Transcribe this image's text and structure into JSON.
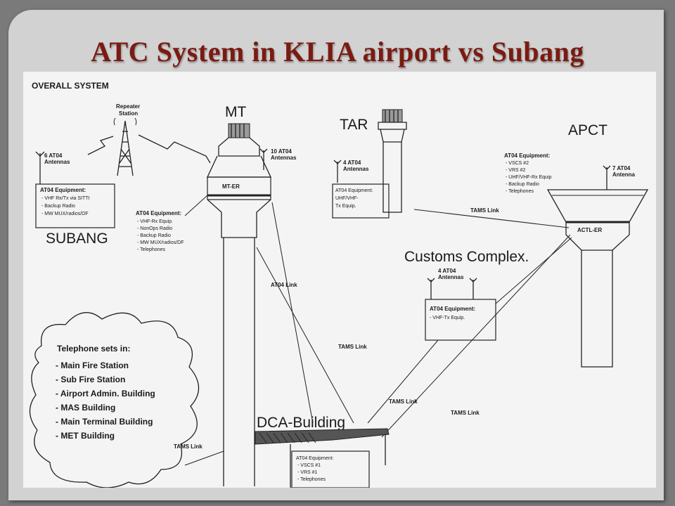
{
  "title": "ATC System in KLIA airport vs Subang",
  "diagram": {
    "header": "OVERALL SYSTEM",
    "repeater": [
      "Repeater",
      "Station"
    ],
    "subang": {
      "antenna": [
        "6 AT04",
        "Antennas"
      ],
      "equip_title": "AT04 Equipment:",
      "equip_items": [
        "- VHF Rx/Tx via SITTI",
        "- Backup Radio",
        "- MW MUX/radios/DF"
      ],
      "name": "SUBANG"
    },
    "mt": {
      "name": "MT",
      "antenna": [
        "10 AT04",
        "Antennas"
      ],
      "room": "MT-ER",
      "equip_title": "AT04 Equipment:",
      "equip_items": [
        "- VHF-Rx Equip.",
        "- NonOps Radio",
        "- Backup Radio",
        "- MW MUX/radios/DF",
        "- Telephones"
      ]
    },
    "tar": {
      "name": "TAR",
      "antenna": [
        "4 AT04",
        "Antennas"
      ],
      "equip_lines": [
        "AT04 Equipment:",
        "UHF/VHF-",
        "Tx Equip."
      ]
    },
    "apct": {
      "name": "APCT",
      "equip_title": "AT04 Equipment:",
      "equip_items": [
        "- VSCS #2",
        "- VRS #2",
        "- UHF/VHF-Rx Equip",
        "- Backup Radio",
        "- Telephones"
      ],
      "antenna": [
        "7 AT04",
        "Antenna"
      ],
      "room": "ACTL-ER"
    },
    "customs": {
      "name": "Customs Complex.",
      "antenna": [
        "4 AT04",
        "Antennas"
      ],
      "equip_title": "AT04 Equipment:",
      "equip_items": [
        "- VHF-Tx Equip."
      ]
    },
    "dca": {
      "name": "DCA-Building",
      "equip_title": "AT04 Equipment:",
      "equip_items": [
        "- VSCS #1",
        "- VRS #1",
        "- Telephones"
      ]
    },
    "phones": {
      "title": "Telephone sets in:",
      "items": [
        "- Main Fire Station",
        "- Sub Fire Station",
        "- Airport Admin. Building",
        "- MAS Building",
        "- Main Terminal Building",
        "- MET Building"
      ]
    },
    "links": {
      "at04": "AT04 Link",
      "tams_tar": "TAMS Link",
      "tams_mt": "TAMS Link",
      "tams_customs": "TAMS Link",
      "tams_apct": "TAMS Link",
      "tams_phones": "TAMS Link"
    }
  }
}
